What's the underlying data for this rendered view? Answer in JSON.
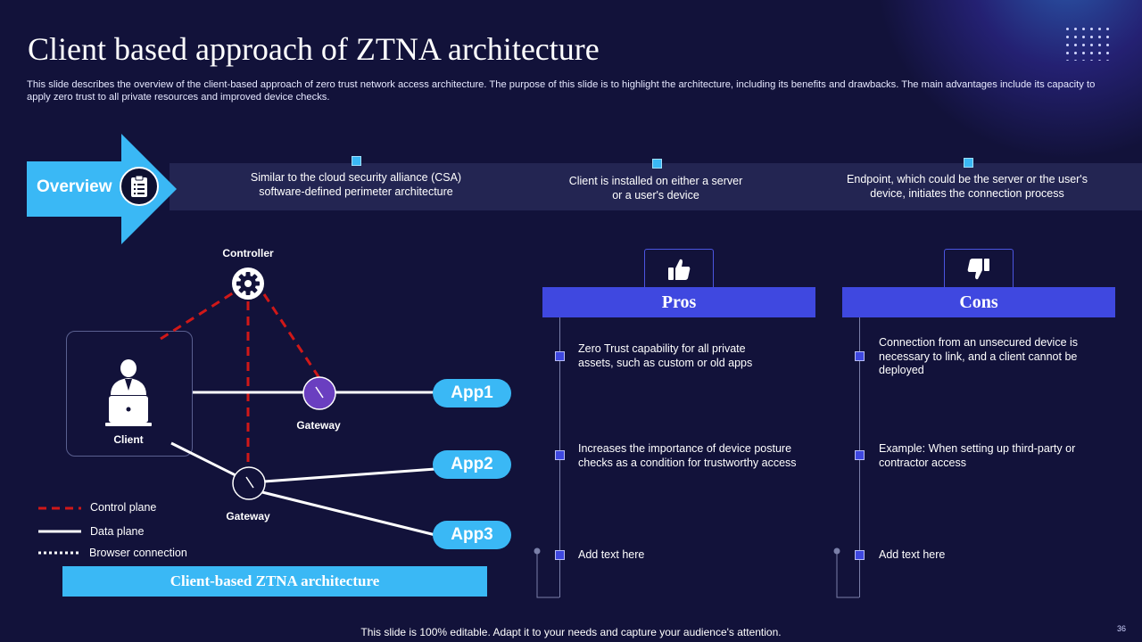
{
  "title": "Client based approach of ZTNA architecture",
  "description": "This slide describes the overview of the client-based approach of zero trust network access architecture. The purpose of this slide is to highlight the architecture, including its benefits and drawbacks. The main advantages include its capacity to apply zero trust to all private resources and improved device checks.",
  "overview": {
    "label": "Overview",
    "icon": "clipboard-icon",
    "points": [
      "Similar to the cloud security alliance (CSA) software-defined perimeter architecture",
      "Client is installed on either a server or a user's device",
      "Endpoint, which could be the server or the user's device, initiates the connection process"
    ]
  },
  "diagram": {
    "controller_label": "Controller",
    "client_label": "Client",
    "gateway_top_label": "Gateway",
    "gateway_bottom_label": "Gateway",
    "apps": [
      "App1",
      "App2",
      "App3"
    ],
    "legend": [
      "Control plane",
      "Data plane",
      "Browser connection"
    ],
    "caption": "Client-based ZTNA architecture"
  },
  "pros": {
    "title": "Pros",
    "icon": "thumbs-up-icon",
    "items": [
      "Zero Trust capability for all private assets, such as custom or old apps",
      "Increases the importance of device posture checks as a condition for trustworthy access",
      "Add text here"
    ]
  },
  "cons": {
    "title": "Cons",
    "icon": "thumbs-down-icon",
    "items": [
      "Connection from an unsecured device is necessary to link, and a client cannot be deployed",
      "Example: When setting up third-party or contractor access",
      "Add text here"
    ]
  },
  "footer": "This slide is 100% editable. Adapt it to your needs and capture your audience's attention.",
  "page_number": "36",
  "colors": {
    "background": "#12123a",
    "accent_cyan": "#3ab8f5",
    "accent_blue": "#3f48e0",
    "control_plane_red": "#d01818",
    "band": "#232552"
  }
}
